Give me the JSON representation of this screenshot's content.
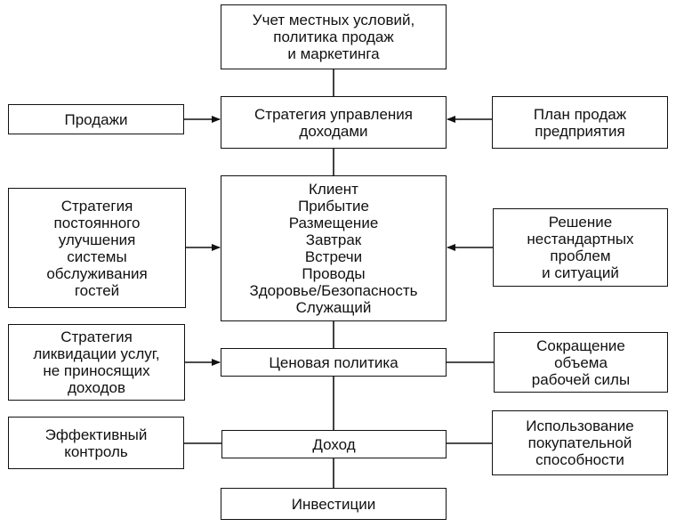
{
  "nodes": {
    "local": {
      "lines": [
        "Учет местных условий,",
        "политика продаж",
        "и маркетинга"
      ]
    },
    "strategy": {
      "lines": [
        "Стратегия управления",
        "доходами"
      ]
    },
    "sales": {
      "lines": [
        "Продажи"
      ]
    },
    "plan": {
      "lines": [
        "План продаж",
        "предприятия"
      ]
    },
    "client": {
      "lines": [
        "Клиент",
        "Прибытие",
        "Размещение",
        "Завтрак",
        "Встречи",
        "Проводы",
        "Здоровье/Безопасность",
        "Служащий"
      ]
    },
    "improve": {
      "lines": [
        "Стратегия",
        "постоянного",
        "улучшения",
        "системы",
        "обслуживания",
        "гостей"
      ]
    },
    "problems": {
      "lines": [
        "Решение",
        "нестандартных",
        "проблем",
        "и ситуаций"
      ]
    },
    "pricing": {
      "lines": [
        "Ценовая политика"
      ]
    },
    "liquidation": {
      "lines": [
        "Стратегия",
        "ликвидации услуг,",
        "не приносящих",
        "доходов"
      ]
    },
    "workforce": {
      "lines": [
        "Сокращение",
        "объема",
        "рабочей силы"
      ]
    },
    "income": {
      "lines": [
        "Доход"
      ]
    },
    "control": {
      "lines": [
        "Эффективный",
        "контроль"
      ]
    },
    "purchasing": {
      "lines": [
        "Использование",
        "покупательной",
        "способности"
      ]
    },
    "investments": {
      "lines": [
        "Инвестиции"
      ]
    }
  }
}
